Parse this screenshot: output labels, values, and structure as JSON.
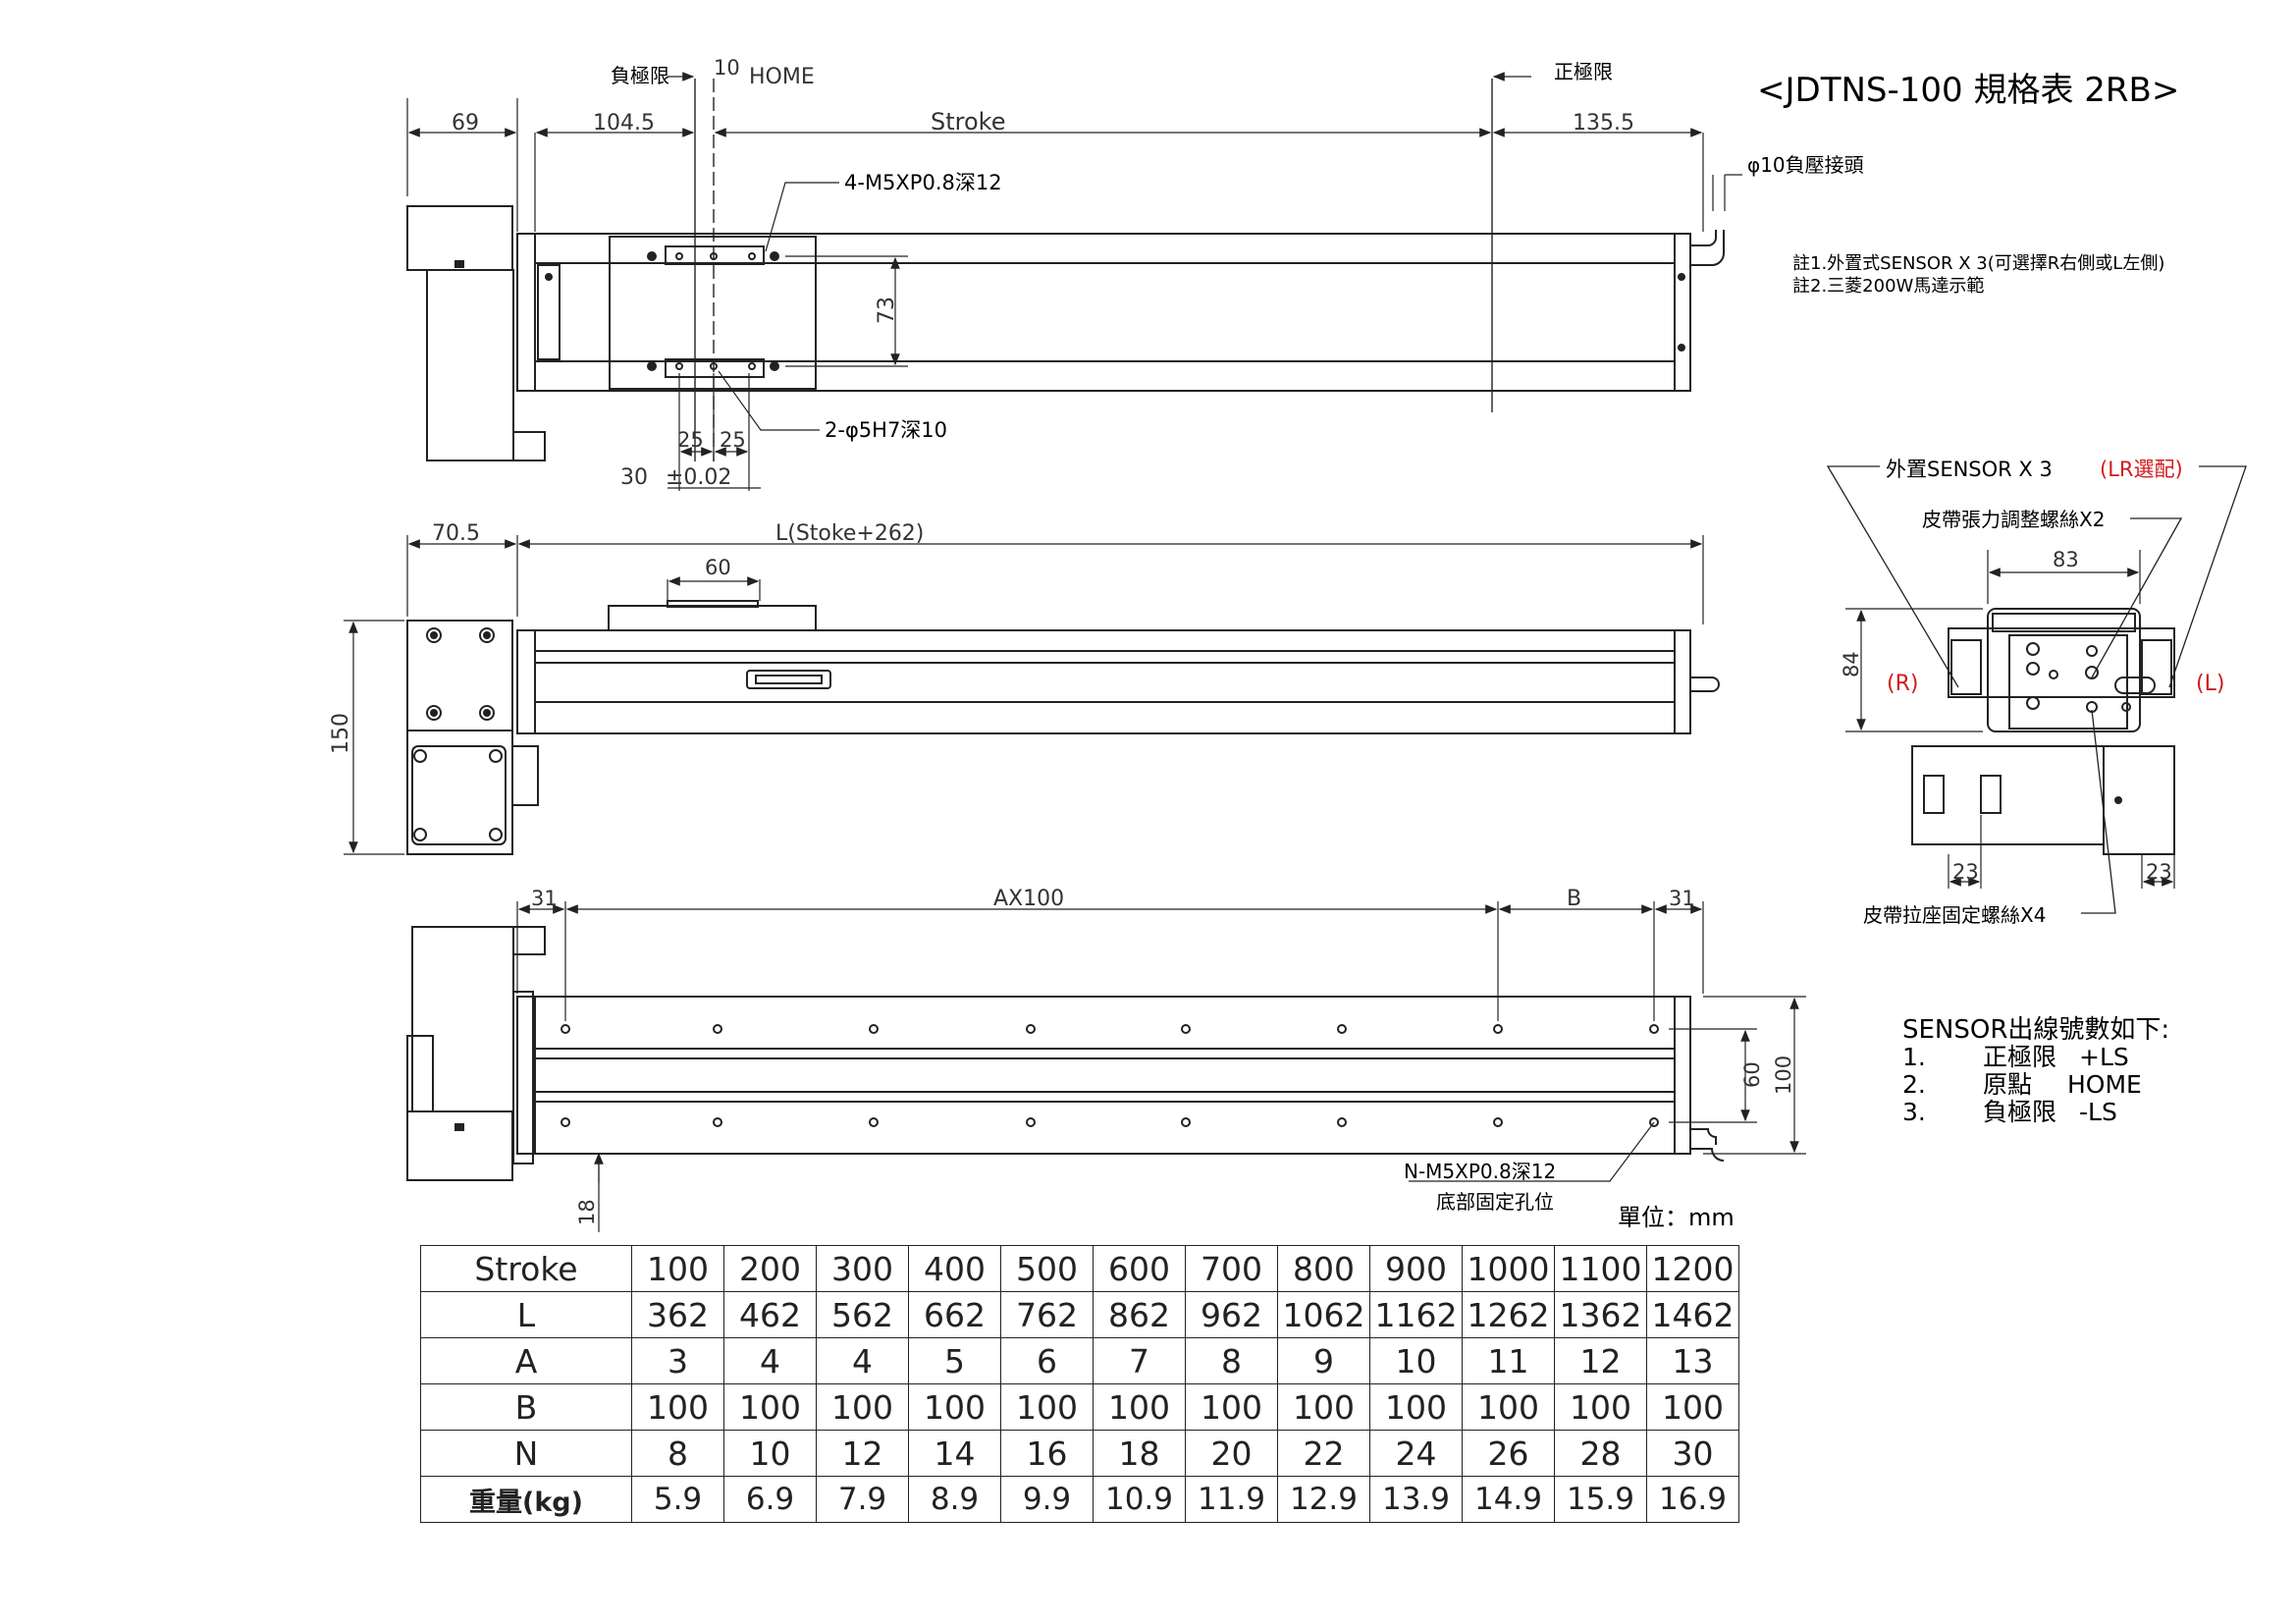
{
  "title": "<JDTNS-100 規格表 2RB>",
  "top_view": {
    "neg_limit": "負極限",
    "home_offset": "10",
    "home": "HOME",
    "pos_limit": "正極限",
    "dim_motor": "69",
    "dim_left": "104.5",
    "dim_stroke": "Stroke",
    "dim_right": "135.5",
    "air_fitting": "φ10負壓接頭",
    "screw_top": "4-M5XP0.8深12",
    "dim_73": "73",
    "dim_25a": "25",
    "dim_25b": "25",
    "pin_holes": "2-φ5H7深10",
    "dim_30": "30",
    "tolerance": "±0.02"
  },
  "notes": {
    "note1": "註1.外置式SENSOR X 3(可選擇R右側或L左側)",
    "note2": "註2.三菱200W馬達示範"
  },
  "side_view": {
    "dim_705": "70.5",
    "dim_length": "L(Stoke+262)",
    "dim_60": "60",
    "dim_150": "150"
  },
  "bottom_view": {
    "dim_31a": "31",
    "dim_ax100": "AX100",
    "dim_b": "B",
    "dim_31b": "31",
    "dim_60": "60",
    "dim_100": "100",
    "dim_18": "18",
    "bottom_screw": "N-M5XP0.8深12",
    "bottom_holes": "底部固定孔位",
    "unit": "單位：mm"
  },
  "end_view": {
    "sensor_label": "外置SENSOR X 3",
    "sensor_option": "(LR選配)",
    "belt_tension": "皮帶張力調整螺絲X2",
    "dim_83": "83",
    "dim_84": "84",
    "left_side": "(R)",
    "right_side": "(L)",
    "dim_23a": "23",
    "dim_23b": "23",
    "belt_clamp": "皮帶拉座固定螺絲X4"
  },
  "sensor_list": {
    "heading": "SENSOR出線號數如下:",
    "items": [
      {
        "num": "1.",
        "name": "正極限",
        "code": "+LS"
      },
      {
        "num": "2.",
        "name": "原點",
        "code": "HOME"
      },
      {
        "num": "3.",
        "name": "負極限",
        "code": "-LS"
      }
    ]
  },
  "spec_table": {
    "rows": [
      {
        "label": "Stroke",
        "values": [
          "100",
          "200",
          "300",
          "400",
          "500",
          "600",
          "700",
          "800",
          "900",
          "1000",
          "1100",
          "1200"
        ]
      },
      {
        "label": "L",
        "values": [
          "362",
          "462",
          "562",
          "662",
          "762",
          "862",
          "962",
          "1062",
          "1162",
          "1262",
          "1362",
          "1462"
        ]
      },
      {
        "label": "A",
        "values": [
          "3",
          "4",
          "4",
          "5",
          "6",
          "7",
          "8",
          "9",
          "10",
          "11",
          "12",
          "13"
        ]
      },
      {
        "label": "B",
        "values": [
          "100",
          "100",
          "100",
          "100",
          "100",
          "100",
          "100",
          "100",
          "100",
          "100",
          "100",
          "100"
        ]
      },
      {
        "label": "N",
        "values": [
          "8",
          "10",
          "12",
          "14",
          "16",
          "18",
          "20",
          "22",
          "24",
          "26",
          "28",
          "30"
        ]
      },
      {
        "label": "重量(kg)",
        "values": [
          "5.9",
          "6.9",
          "7.9",
          "8.9",
          "9.9",
          "10.9",
          "11.9",
          "12.9",
          "13.9",
          "14.9",
          "15.9",
          "16.9"
        ]
      }
    ]
  },
  "colors": {
    "line": "#222222",
    "accent": "#d01c1c"
  }
}
